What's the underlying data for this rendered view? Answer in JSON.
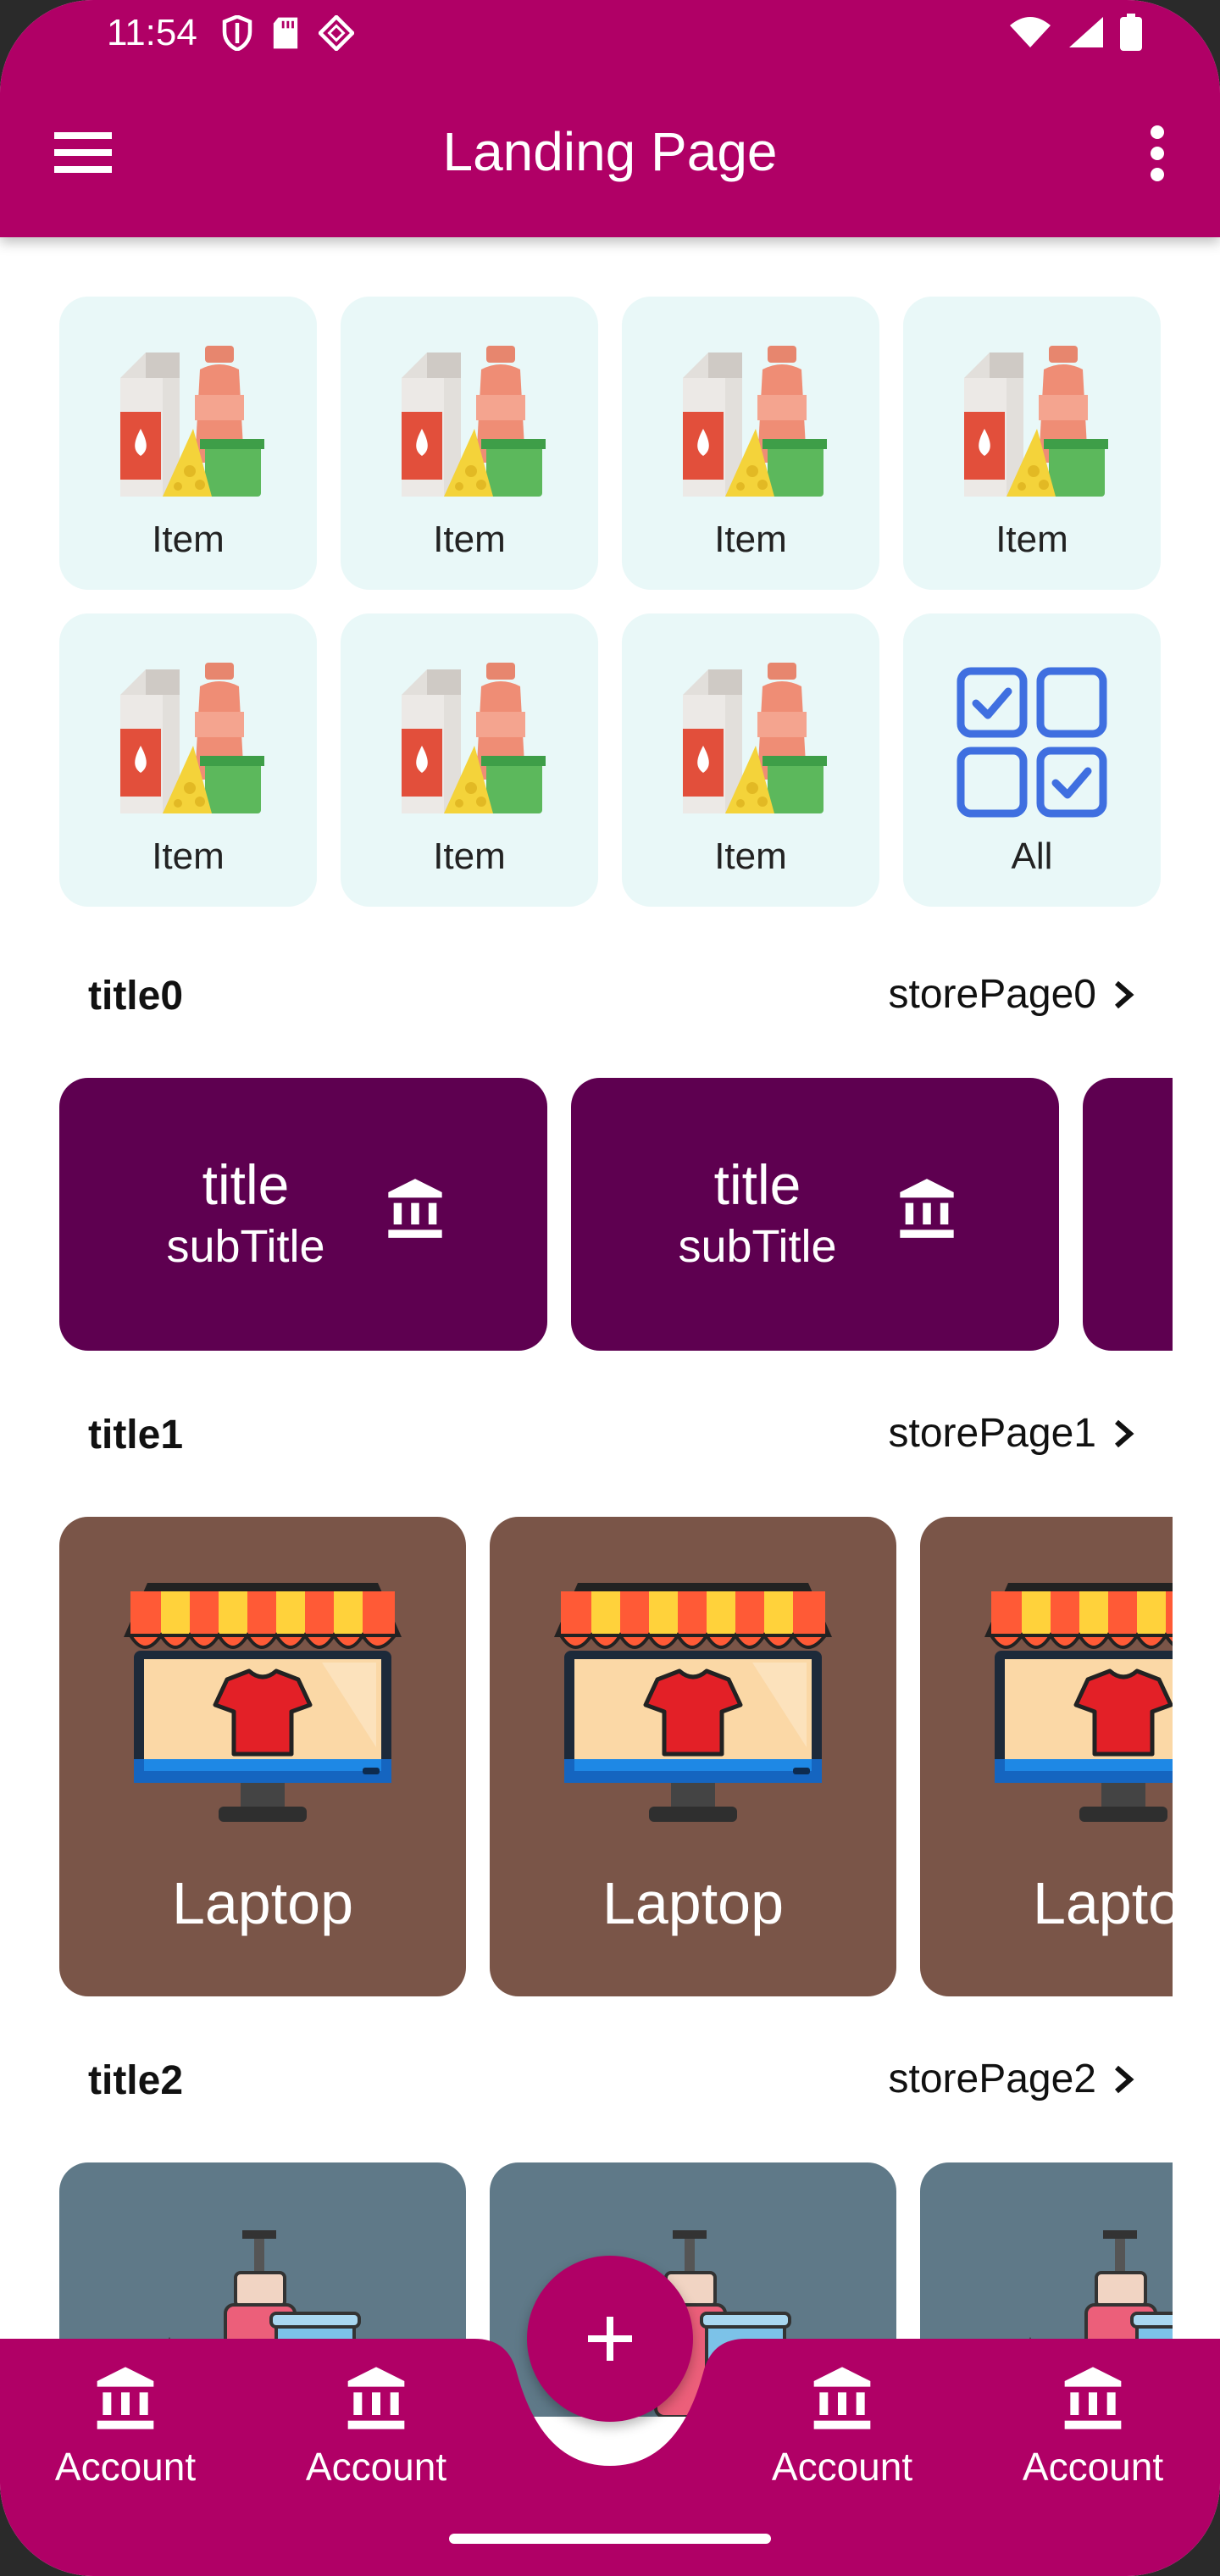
{
  "status_bar": {
    "time": "11:54",
    "left_icons": [
      "shield-icon",
      "sd-card-icon",
      "diamond-icon"
    ],
    "right_icons": [
      "wifi-icon",
      "signal-icon",
      "battery-icon"
    ]
  },
  "app_bar": {
    "title": "Landing Page",
    "menu_icon": "menu-icon",
    "more_icon": "more-vertical-icon",
    "color": "#b00066"
  },
  "categories": [
    {
      "label": "Item",
      "icon": "groceries-icon"
    },
    {
      "label": "Item",
      "icon": "groceries-icon"
    },
    {
      "label": "Item",
      "icon": "groceries-icon"
    },
    {
      "label": "Item",
      "icon": "groceries-icon"
    },
    {
      "label": "Item",
      "icon": "groceries-icon"
    },
    {
      "label": "Item",
      "icon": "groceries-icon"
    },
    {
      "label": "Item",
      "icon": "groceries-icon"
    },
    {
      "label": "All",
      "icon": "all-grid-icon"
    }
  ],
  "sections": [
    {
      "title": "title0",
      "link": "storePage0",
      "cards": [
        {
          "title": "title",
          "subtitle": "subTitle",
          "icon": "bank-icon"
        },
        {
          "title": "title",
          "subtitle": "subTitle",
          "icon": "bank-icon"
        },
        {
          "title": "",
          "subtitle": "",
          "icon": ""
        }
      ]
    },
    {
      "title": "title1",
      "link": "storePage1",
      "cards": [
        {
          "label": "Laptop",
          "icon": "online-store-icon"
        },
        {
          "label": "Laptop",
          "icon": "online-store-icon"
        },
        {
          "label": "Laptop",
          "icon": "online-store-icon"
        }
      ]
    },
    {
      "title": "title2",
      "link": "storePage2",
      "cards": [
        {
          "icon": "cleaning-products-icon"
        },
        {
          "icon": "cleaning-products-icon"
        },
        {
          "icon": "cleaning-products-icon"
        }
      ]
    }
  ],
  "bottom_nav": {
    "items": [
      {
        "label": "Account",
        "icon": "bank-icon"
      },
      {
        "label": "Account",
        "icon": "bank-icon"
      },
      {
        "label": "Account",
        "icon": "bank-icon"
      },
      {
        "label": "Account",
        "icon": "bank-icon"
      }
    ],
    "fab_icon": "plus-icon"
  },
  "colors": {
    "primary": "#b00066",
    "promo_card": "#5e0050",
    "store_card": "#7a5548",
    "bottle_card": "#5f7988",
    "tile_bg": "#e9f8f8"
  }
}
